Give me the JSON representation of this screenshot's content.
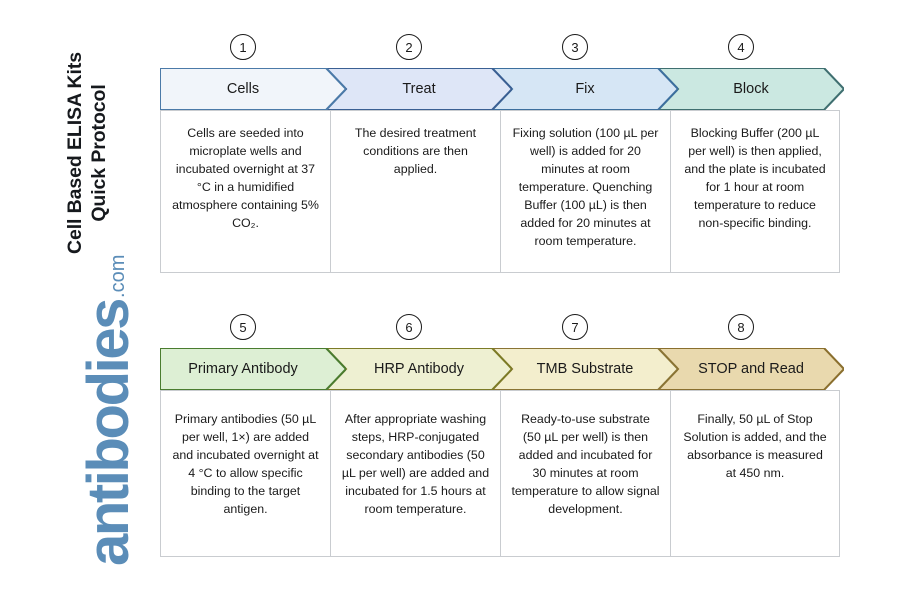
{
  "header": {
    "title_line_1": "Cell Based ELISA Kits",
    "title_line_2": "Quick Protocol"
  },
  "logo": {
    "word": "antibodies",
    "tld": ".com",
    "color": "#5b8db8"
  },
  "rows": [
    {
      "id": "row-1",
      "steps": [
        {
          "number": "1",
          "label": "Cells",
          "fill": "#f1f5fa",
          "stroke": "#4b7aa8",
          "body": "Cells are seeded into microplate wells and incubated overnight at 37 °C in a humidified atmosphere containing 5% CO₂."
        },
        {
          "number": "2",
          "label": "Treat",
          "fill": "#dee6f7",
          "stroke": "#3a5f93",
          "body": "The desired treatment conditions are then applied."
        },
        {
          "number": "3",
          "label": "Fix",
          "fill": "#d6e6f5",
          "stroke": "#3c6f9e",
          "body": "Fixing solution (100 µL per well) is added for 20 minutes at room temperature. Quenching Buffer (100 µL) is then added for 20 minutes at room temperature."
        },
        {
          "number": "4",
          "label": "Block",
          "fill": "#cbe8e1",
          "stroke": "#3f6f70",
          "body": "Blocking Buffer (200 µL per well) is then applied, and the plate is incubated for 1 hour at room temperature to reduce non-specific binding."
        }
      ]
    },
    {
      "id": "row-2",
      "steps": [
        {
          "number": "5",
          "label": "Primary Antibody",
          "fill": "#ddefd4",
          "stroke": "#4a7c2f",
          "body": "Primary antibodies (50 µL per well, 1×) are added and incubated overnight at 4 °C to allow specific binding to the target antigen."
        },
        {
          "number": "6",
          "label": "HRP Antibody",
          "fill": "#eef0d2",
          "stroke": "#7c7b26",
          "body": "After appropriate washing steps, HRP-conjugated secondary antibodies (50 µL per well) are added and incubated for 1.5 hours at room temperature."
        },
        {
          "number": "7",
          "label": "TMB Substrate",
          "fill": "#f3eecd",
          "stroke": "#8a7434",
          "body": "Ready-to-use substrate (50 µL per well) is then added and incubated for 30 minutes at room temperature to allow signal development."
        },
        {
          "number": "8",
          "label": "STOP and Read",
          "fill": "#e9d9ae",
          "stroke": "#8a6f2e",
          "body": "Finally, 50 µL of Stop Solution is added, and the absorbance is measured at 450 nm."
        }
      ]
    }
  ]
}
